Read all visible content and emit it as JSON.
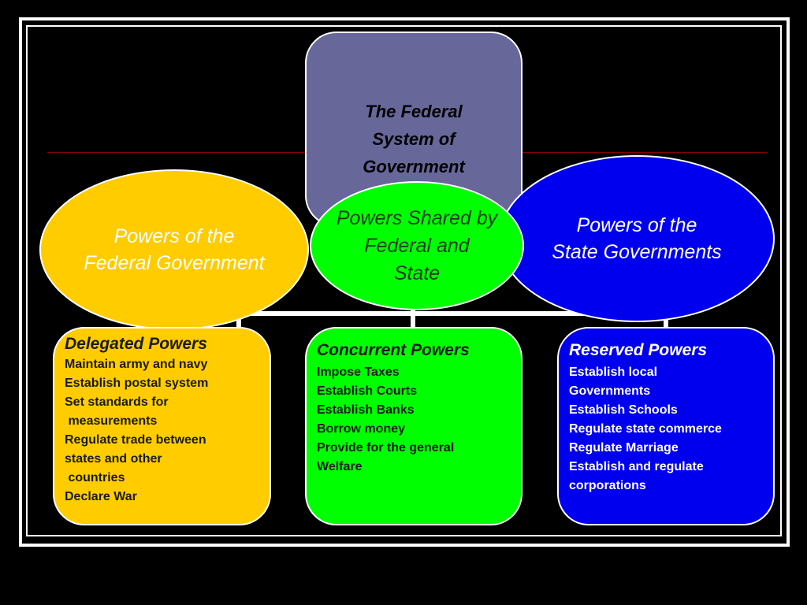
{
  "colors": {
    "background": "#000000",
    "frame": "#ffffff",
    "divider_line": "#8b0000",
    "top_box_fill": "#67679a",
    "federal_fill": "#ffcc00",
    "shared_fill": "#00ff00",
    "state_fill": "#0000ee",
    "federal_text": "#ffffff",
    "shared_text": "#1a1a1a",
    "state_text": "#ffffff"
  },
  "top_box": {
    "title": "The Federal System of Government"
  },
  "ellipses": {
    "federal": "Powers of the\nFederal Government",
    "shared": "Powers Shared by\nFederal and\nState",
    "state": "Powers of the\nState Governments"
  },
  "cards": {
    "delegated": {
      "heading": "Delegated Powers",
      "items": [
        "Maintain army and navy",
        "Establish postal system",
        "Set standards for",
        " measurements",
        "Regulate trade between",
        "states and other",
        " countries",
        "Declare War"
      ]
    },
    "concurrent": {
      "heading": "Concurrent Powers",
      "items": [
        "Impose Taxes",
        "Establish Courts",
        "Establish Banks",
        "Borrow money",
        "Provide for the general",
        "Welfare"
      ]
    },
    "reserved": {
      "heading": "Reserved Powers",
      "items": [
        "Establish local",
        "Governments",
        "Establish Schools",
        "Regulate state commerce",
        "Regulate Marriage",
        "Establish and regulate",
        "corporations"
      ]
    }
  }
}
